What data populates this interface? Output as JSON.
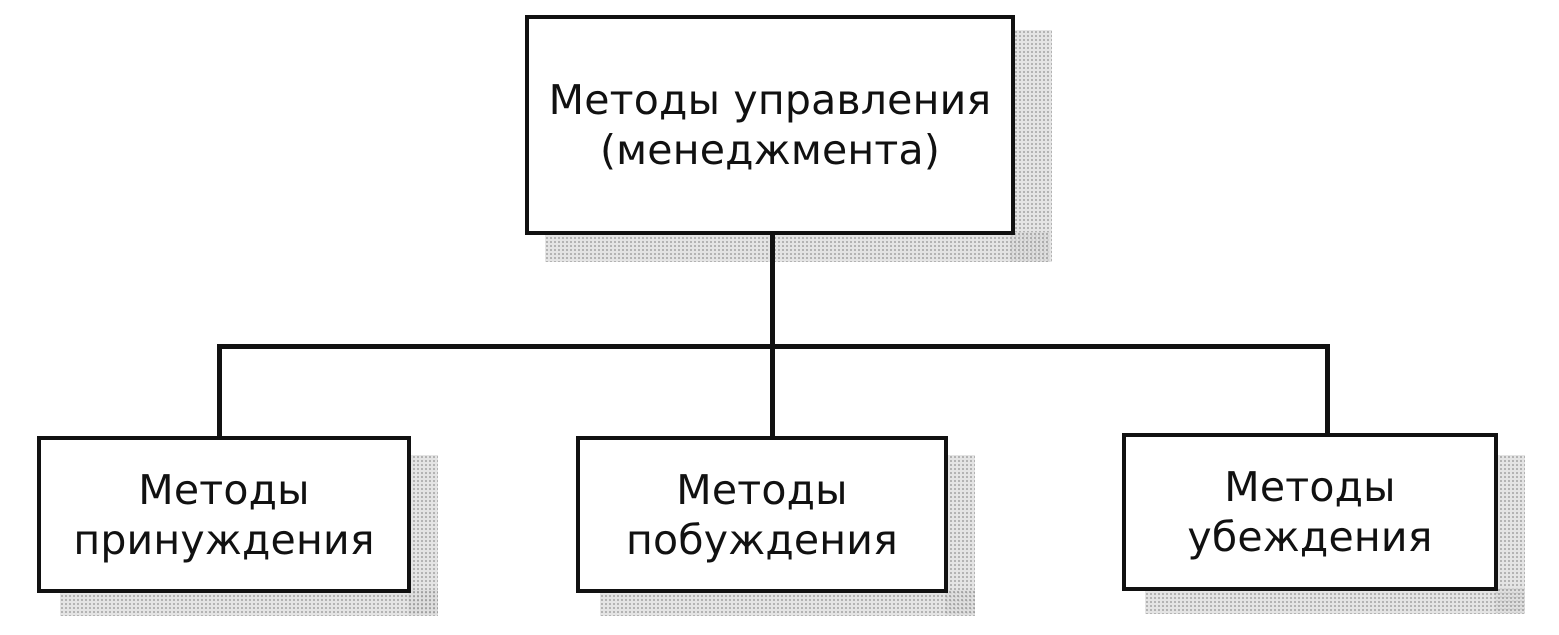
{
  "diagram": {
    "root": {
      "line1": "Методы управления",
      "line2": "(менеджмента)"
    },
    "children": [
      {
        "line1": "Методы",
        "line2": "принуждения"
      },
      {
        "line1": "Методы",
        "line2": "побуждения"
      },
      {
        "line1": "Методы",
        "line2": "убеждения"
      }
    ]
  }
}
